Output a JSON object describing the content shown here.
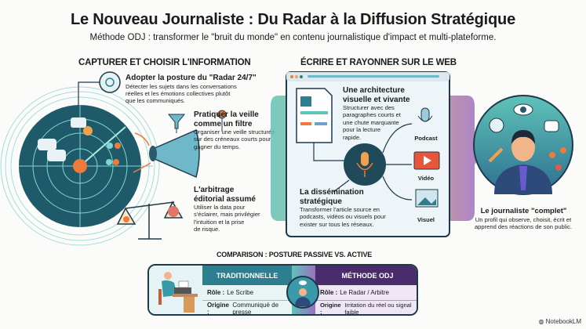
{
  "header": {
    "title": "Le Nouveau Journaliste : Du Radar à la Diffusion Stratégique",
    "subtitle": "Méthode ODJ : transformer le \"bruit du monde\" en contenu journalistique d'impact et multi-plateforme."
  },
  "left": {
    "heading": "CAPTURER ET CHOISIR L'INFORMATION",
    "items": [
      {
        "title": "Adopter la posture du \"Radar 24/7\"",
        "desc": [
          "Détecter les sujets dans les conversations",
          "réelles et les émotions collectives plutôt",
          "que les communiqués."
        ]
      },
      {
        "title": [
          "Pratiquer la veille",
          "comme un filtre"
        ],
        "desc": [
          "Organiser une veille structurée",
          "sur des créneaux courts pour",
          "gagner du temps."
        ]
      },
      {
        "title": [
          "L'arbitrage",
          "éditorial assumé"
        ],
        "desc": [
          "Utiliser la data pour",
          "s'éclairer, mais privilégier",
          "l'intuition et la prise",
          "de risque."
        ]
      }
    ]
  },
  "center": {
    "heading": "ÉCRIRE ET RAYONNER SUR LE WEB",
    "architecture": {
      "title": [
        "Une architecture",
        "visuelle et vivante"
      ],
      "desc": [
        "Structurer avec des",
        "paragraphes courts et",
        "une chute marquante",
        "pour la lecture",
        "rapide."
      ]
    },
    "dissemination": {
      "title": [
        "La dissémination",
        "stratégique"
      ],
      "desc": [
        "Transformer l'article source en",
        "podcasts, vidéos ou visuels pour",
        "exister sur tous les réseaux."
      ]
    },
    "channels": [
      "Podcast",
      "Vidéo",
      "Visuel"
    ]
  },
  "right": {
    "title": "Le journaliste \"complet\"",
    "desc": [
      "Un profil qui observe, choisit, écrit et",
      "apprend des réactions de son public."
    ]
  },
  "comparison": {
    "heading": "COMPARISON : POSTURE PASSIVE VS. ACTIVE",
    "traditional": {
      "header": "TRADITIONNELLE",
      "role_label": "Rôle :",
      "role": "Le Scribe",
      "origin_label": "Origine :",
      "origin": "Communiqué de presse"
    },
    "odj": {
      "header": "MÉTHODE ODJ",
      "role_label": "Rôle :",
      "role": "Le Radar / Arbitre",
      "origin_label": "Origine :",
      "origin": "Irritation du réel ou signal faible"
    }
  },
  "footer": {
    "brand": "NotebookLM"
  },
  "colors": {
    "teal": "#2d7f8f",
    "purple": "#4a2c6d",
    "orange": "#f07a3a",
    "navy": "#1e3a4a"
  }
}
